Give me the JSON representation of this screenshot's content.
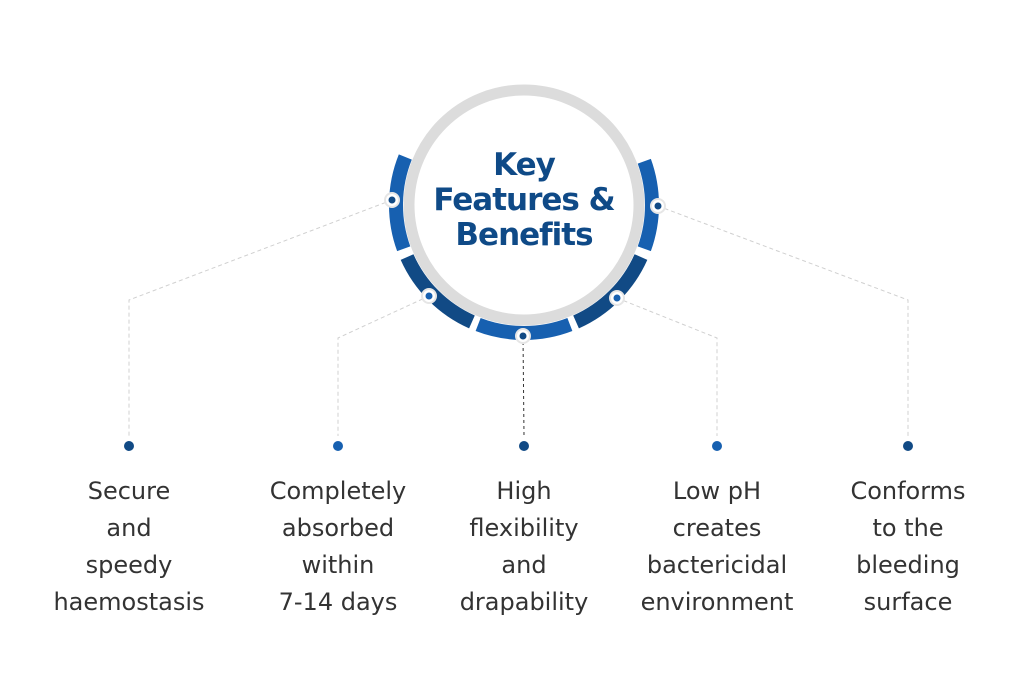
{
  "title": {
    "lines": [
      "Key",
      "Features &",
      "Benefits"
    ]
  },
  "colors": {
    "title": "#0f4a87",
    "segment_light": "#1760b0",
    "segment_dark": "#114a85",
    "ring": "#dcdcdc",
    "text": "#333333",
    "connector": "#d0d0d0"
  },
  "features": [
    {
      "lines": [
        "Secure",
        "and",
        "speedy",
        "haemostasis"
      ]
    },
    {
      "lines": [
        "Completely",
        "absorbed",
        "within",
        "7-14 days"
      ]
    },
    {
      "lines": [
        "High",
        "flexibility",
        "and",
        "drapability"
      ]
    },
    {
      "lines": [
        "Low pH",
        "creates",
        "bactericidal",
        "environment"
      ]
    },
    {
      "lines": [
        "Conforms",
        "to the",
        "bleeding",
        "surface"
      ]
    }
  ]
}
